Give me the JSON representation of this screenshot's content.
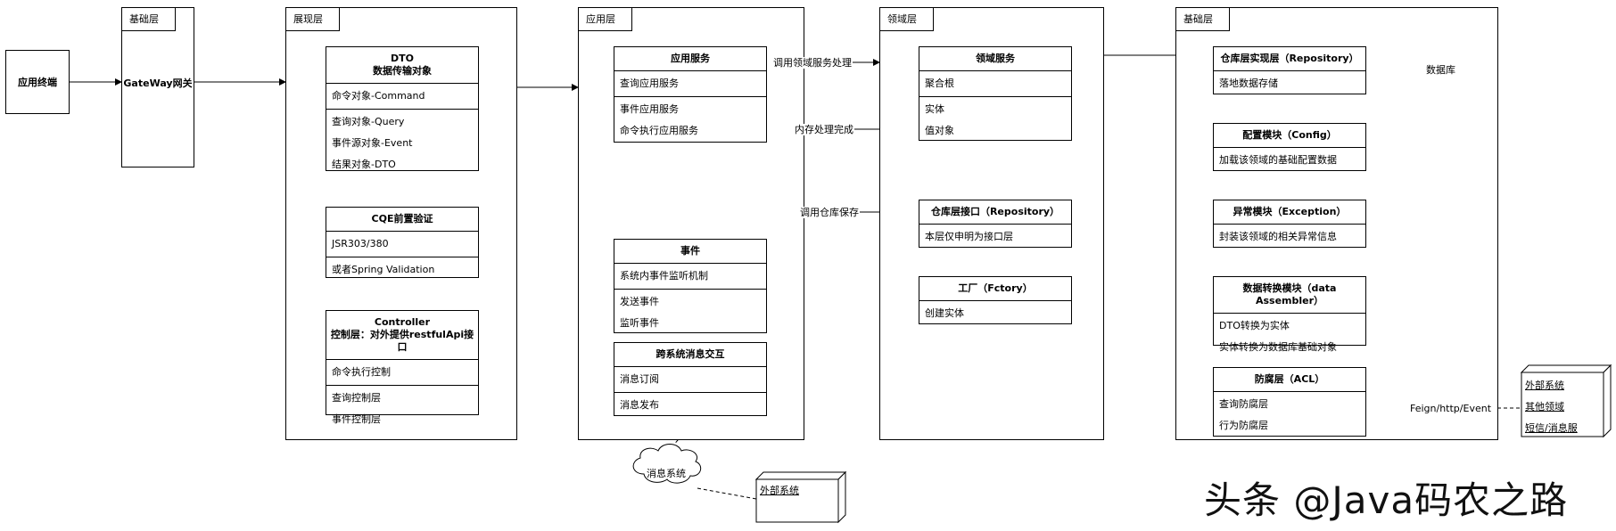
{
  "terminal": {
    "label": "应用终端"
  },
  "gateway_layer": {
    "tab": "基础层",
    "label": "GateWay网关"
  },
  "presentation_layer": {
    "tab": "展现层",
    "dto": {
      "title": "DTO",
      "subtitle": "数据传输对象",
      "sec1": [
        "命令对象-Command"
      ],
      "sec2": [
        "查询对象-Query",
        "事件源对象-Event",
        "结果对象-DTO"
      ]
    },
    "cqe": {
      "title": "CQE前置验证",
      "sec1": [
        "JSR303/380"
      ],
      "sec2": [
        "或者Spring Validation"
      ]
    },
    "controller": {
      "title": "Controller",
      "subtitle": "控制层：对外提供restfulApi接口",
      "sec1": [
        "命令执行控制"
      ],
      "sec2": [
        "查询控制层",
        "事件控制层"
      ]
    }
  },
  "application_layer": {
    "tab": "应用层",
    "service": {
      "title": "应用服务",
      "sec1": [
        "查询应用服务"
      ],
      "sec2": [
        "事件应用服务",
        "命令执行应用服务"
      ]
    },
    "event": {
      "title": "事件",
      "sec1": [
        "系统内事件监听机制"
      ],
      "sec2": [
        "发送事件",
        "监听事件"
      ]
    },
    "cross": {
      "title": "跨系统消息交互",
      "sec1": [
        "消息订阅"
      ],
      "sec2": [
        "消息发布"
      ]
    },
    "msg_system": "消息系统",
    "ext_system": "外部系统"
  },
  "domain_layer": {
    "tab": "领域层",
    "service": {
      "title": "领域服务",
      "sec1": [
        "聚合根"
      ],
      "sec2": [
        "实体",
        "值对象"
      ]
    },
    "repo_iface": {
      "title": "仓库层接口（Repository）",
      "sec1": [
        "本层仅申明为接口层"
      ]
    },
    "factory": {
      "title": "工厂（Fctory）",
      "sec1": [
        "创建实体"
      ]
    }
  },
  "infra_layer": {
    "tab": "基础层",
    "repo_impl": {
      "title": "仓库层实现层（Repository）",
      "sec1": [
        "落地数据存储"
      ]
    },
    "database": "数据库",
    "config": {
      "title": "配置模块（Config）",
      "sec1": [
        "加载该领域的基础配置数据"
      ]
    },
    "exception": {
      "title": "异常模块（Exception）",
      "sec1": [
        "封装该领域的相关异常信息"
      ]
    },
    "assembler": {
      "title": "数据转换模块（data Assembler）",
      "sec1": [
        "DTO转换为实体",
        "实体转换为数据库基础对象"
      ]
    },
    "acl": {
      "title": "防腐层（ACL）",
      "sec1": [
        "查询防腐层",
        "行为防腐层"
      ]
    },
    "ext_link": "Feign/http/Event",
    "ext_items": [
      "外部系统",
      "其他领域",
      "短信/消息服"
    ]
  },
  "edge_labels": {
    "call_domain": "调用领域服务处理",
    "memory_done": "内存处理完成",
    "call_repo": "调用仓库保存"
  },
  "watermark": "头条 @Java码农之路"
}
